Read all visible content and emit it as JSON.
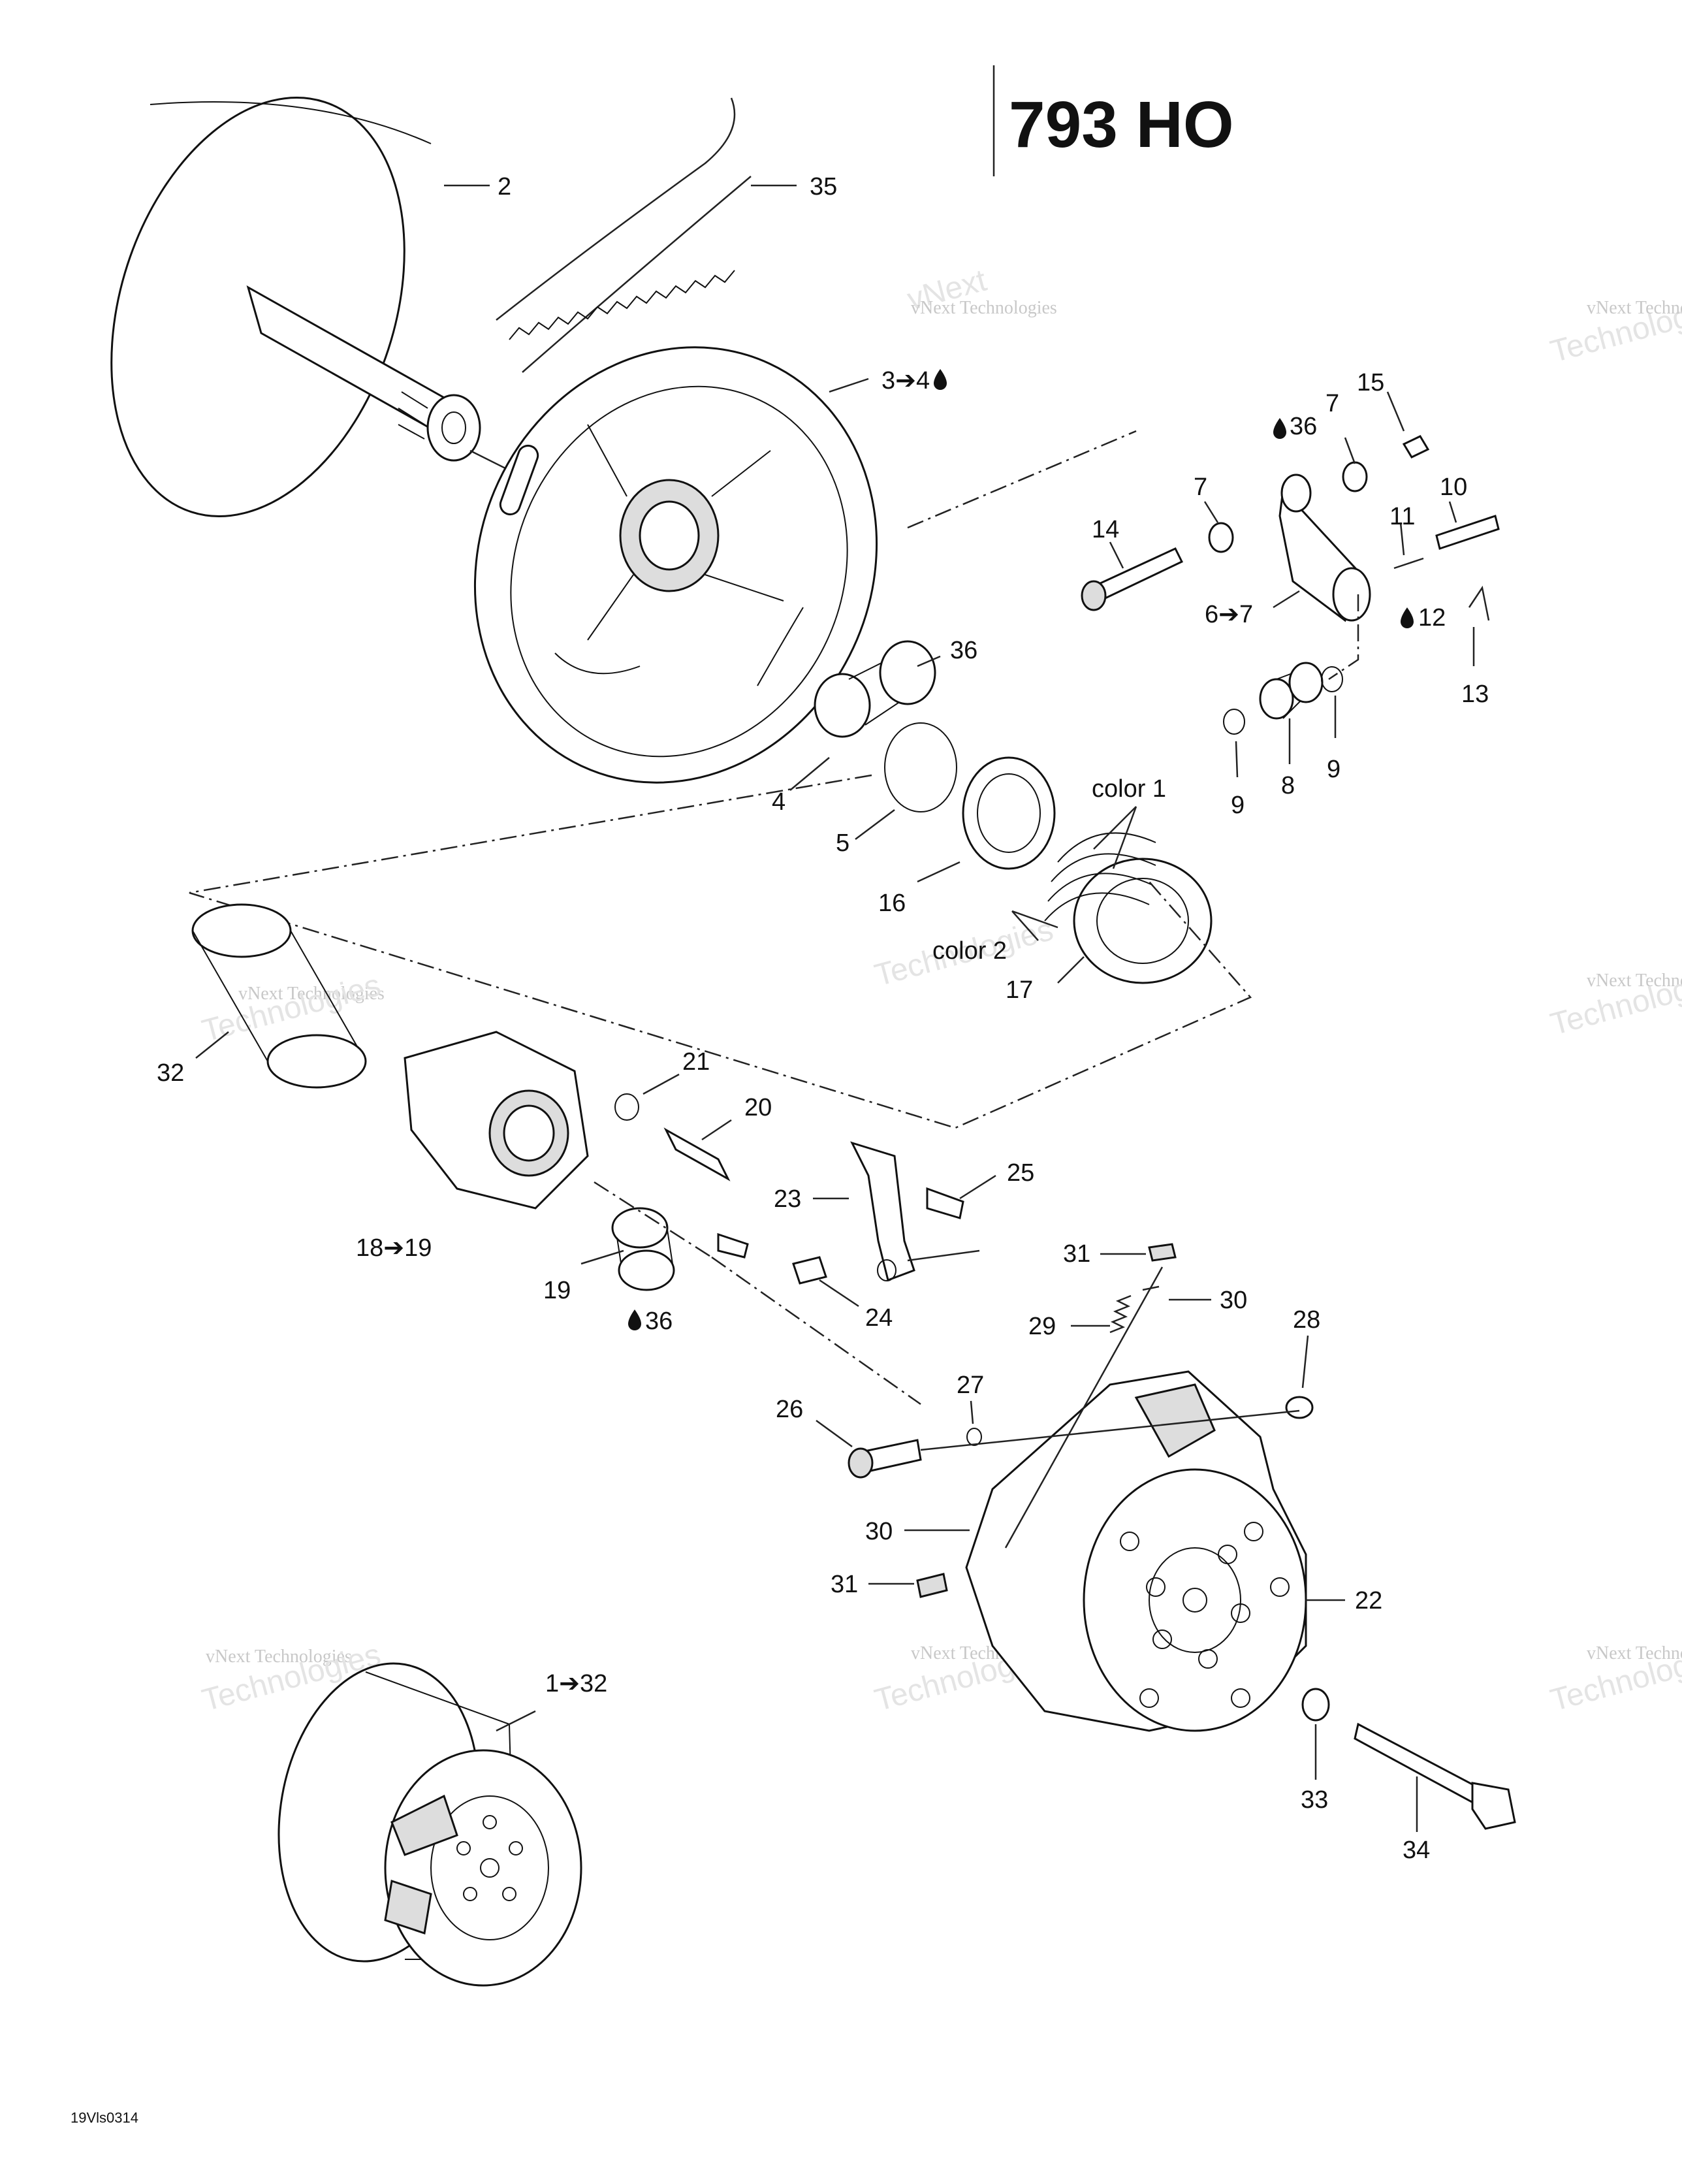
{
  "title": "793 HO",
  "reference_code": "19Vls0314",
  "watermark": {
    "line1": "vNext Technologies",
    "line2": "Technologies",
    "line3": "vNext"
  },
  "callouts": {
    "c2": "2",
    "c35": "35",
    "c3_4": "3➔4",
    "c36a": "36",
    "c7a": "7",
    "c15": "15",
    "c7b": "7",
    "c10": "10",
    "c14": "14",
    "c11": "11",
    "c6_7": "6➔7",
    "c12": "12",
    "c13": "13",
    "c36b": "36",
    "c9a": "9",
    "c8": "8",
    "c9b": "9",
    "c4": "4",
    "c5": "5",
    "c16": "16",
    "color1": "color 1",
    "color2": "color 2",
    "c17": "17",
    "c32": "32",
    "c21": "21",
    "c20": "20",
    "c25": "25",
    "c23": "23",
    "c18_19": "18➔19",
    "c19": "19",
    "c36c": "36",
    "c24": "24",
    "c31a": "31",
    "c30a": "30",
    "c29": "29",
    "c28": "28",
    "c27": "27",
    "c26": "26",
    "c30b": "30",
    "c31b": "31",
    "c22": "22",
    "c1_32": "1➔32",
    "c33": "33",
    "c34": "34"
  },
  "icons": {
    "lubricant": "oil-drop-icon"
  }
}
